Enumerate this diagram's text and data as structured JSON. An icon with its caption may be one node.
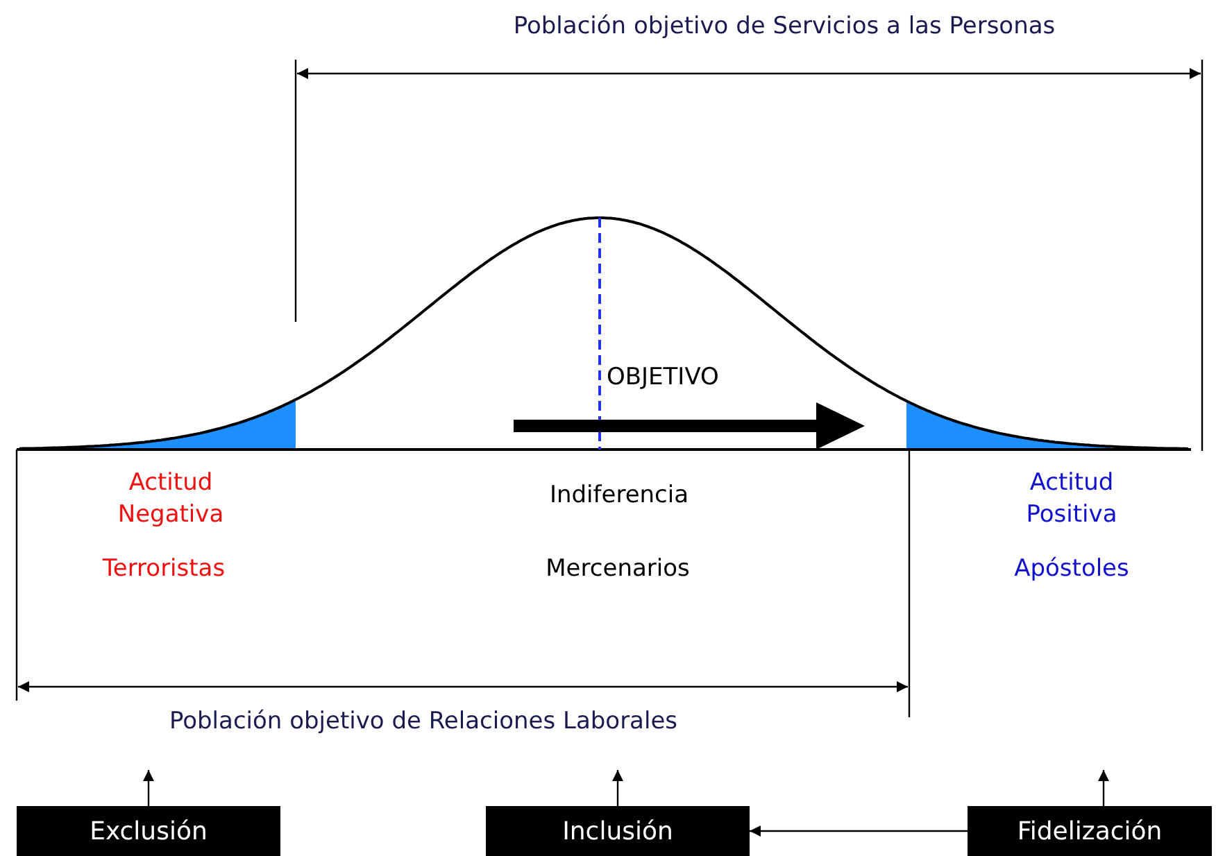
{
  "diagram": {
    "nodes": [
      {
        "text": [
          "Exclusión"
        ]
      },
      {
        "text": [
          "Inclusión"
        ]
      },
      {
        "text": [
          "Fidelización"
        ]
      }
    ],
    "edges": [
      {
        "from": 0,
        "to": null,
        "arrow": "to"
      },
      {
        "from": 1,
        "to": null,
        "arrow": "to"
      },
      {
        "from": 2,
        "to": null,
        "arrow": "to"
      },
      {
        "from": 2,
        "to": 1,
        "arrow": "to"
      }
    ],
    "labels": [
      "Población objetivo de Servicios a las Personas",
      "OBJETIVO",
      "Actitud Negativa",
      "Indiferencia",
      "Actitud Positiva",
      "Terroristas",
      "Mercenarios",
      "Apóstoles",
      "Población objetivo de Relaciones Laborales"
    ]
  }
}
